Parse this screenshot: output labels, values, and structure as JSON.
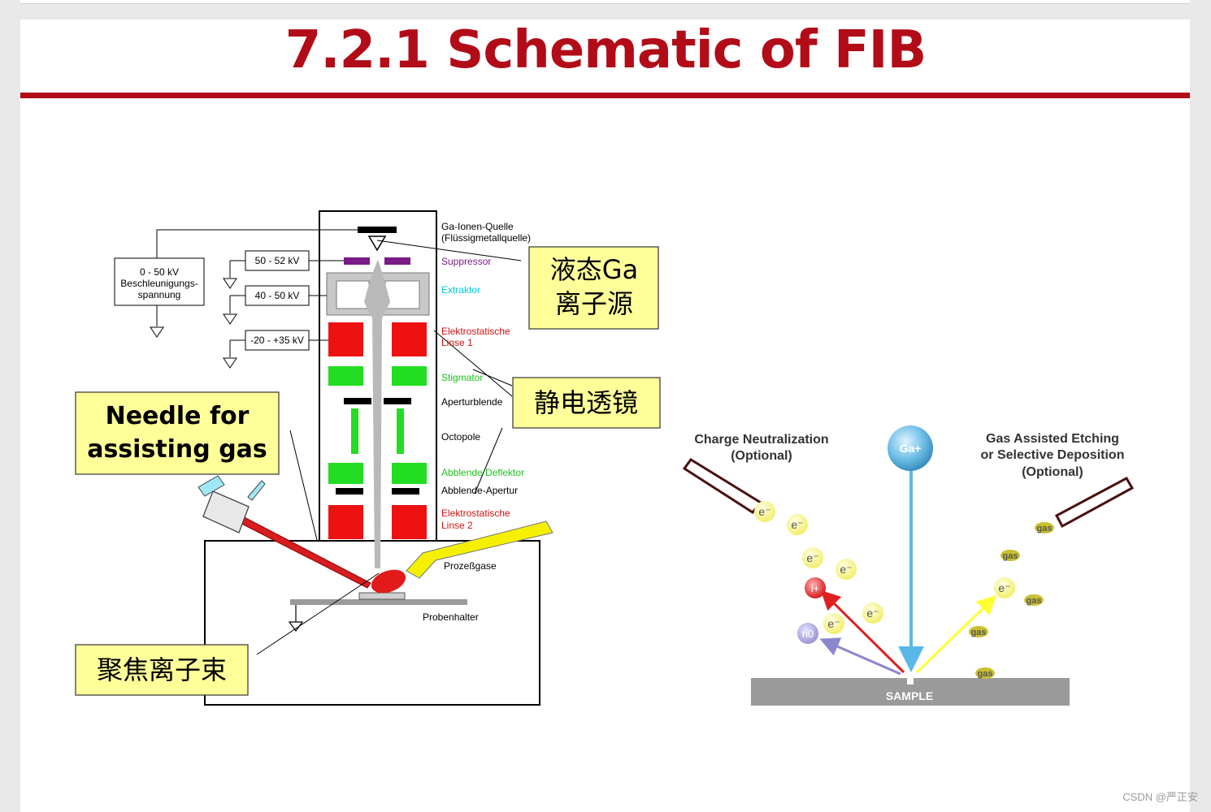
{
  "title": "7.2.1 Schematic of FIB",
  "watermark": "CSDN @严正安",
  "column": {
    "source": "Ga-Ionen-Quelle",
    "source_sub": "(Flüssigmetallquelle)",
    "suppressor": "Suppressor",
    "extractor": "Extraktor",
    "lens1_a": "Elektrostatische",
    "lens1_b": "Linse 1",
    "stigmator": "Stigmator",
    "aperture": "Aperturblende",
    "octopole": "Octopole",
    "deflector": "Abblende Deflektor",
    "blanking_aperture": "Abblende-Apertur",
    "lens2_a": "Elektrostatische",
    "lens2_b": "Linse 2",
    "process_gas": "Prozeßgase",
    "sample_holder": "Probenhalter"
  },
  "voltages": {
    "accel_a": "0 - 50 kV",
    "accel_b": "Beschleunigungs-",
    "accel_c": "spannung",
    "suppressor": "50 - 52 kV",
    "extractor": "40 - 50 kV",
    "lens": "-20 - +35 kV"
  },
  "callouts": {
    "liquid_ga_1": "液态Ga",
    "liquid_ga_2": "离子源",
    "electrostatic_lens": "静电透镜",
    "needle_1": "Needle for",
    "needle_2": "assisting gas",
    "focused_beam": "聚焦离子束"
  },
  "interaction": {
    "charge_1": "Charge Neutralization",
    "charge_2": "(Optional)",
    "gas_1": "Gas Assisted Etching",
    "gas_2": "or Selective Deposition",
    "gas_3": "(Optional)",
    "ion": "Ga+",
    "electron": "e⁻",
    "ion_sputter": "i+",
    "neutral": "n0",
    "gas_molecule": "gas",
    "sample": "SAMPLE"
  },
  "colors": {
    "title": "#b10c18",
    "lens": "#ee1111",
    "stigmator": "#22dd22",
    "suppressor": "#7a1a86",
    "extractor_label": "#00c8d8",
    "needle": "#d81c20",
    "process_gas": "#f5f000",
    "callout_fill": "#ffff99",
    "beam": "#5ab8e8",
    "sputter_ion": "#e02020",
    "neutral_arrow": "#8c86cc",
    "electron_arrow": "#ffff33",
    "sample": "#9a9a9a"
  }
}
